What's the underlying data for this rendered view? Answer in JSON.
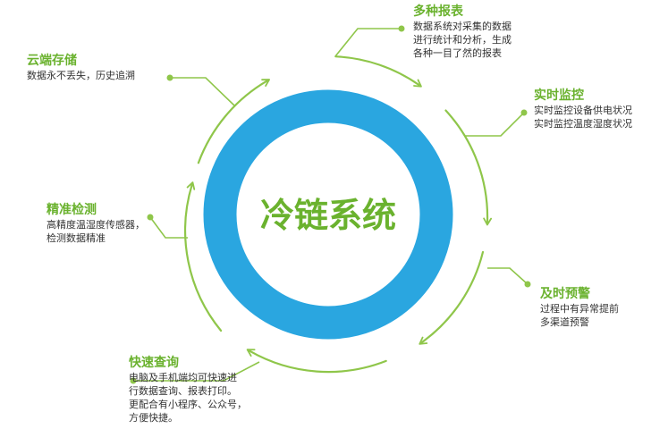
{
  "colors": {
    "ring": "#2aa6e0",
    "accent": "#6ab22e",
    "text": "#333333",
    "title": "#6ab22e"
  },
  "center": {
    "label": "冷链系统"
  },
  "nodes": [
    {
      "id": "reports",
      "title": "多种报表",
      "lines": [
        "数据系统对采集的数据",
        "进行统计和分析，生成",
        "各种一目了然的报表"
      ]
    },
    {
      "id": "realtime",
      "title": "实时监控",
      "lines": [
        "实时监控设备供电状况",
        "实时监控温度湿度状况"
      ]
    },
    {
      "id": "alert",
      "title": "及时预警",
      "lines": [
        "过程中有异常提前",
        "多渠道预警"
      ]
    },
    {
      "id": "query",
      "title": "快速查询",
      "lines": [
        "电脑及手机端均可快速进",
        "行数据查询、报表打印。",
        "更配合有小程序、公众号，",
        "方便快捷。"
      ]
    },
    {
      "id": "detection",
      "title": "精准检测",
      "lines": [
        "高精度温湿度传感器，",
        "检测数据精准"
      ]
    },
    {
      "id": "cloud",
      "title": "云端存储",
      "lines": [
        "数据永不丢失，历史追溯"
      ]
    }
  ]
}
